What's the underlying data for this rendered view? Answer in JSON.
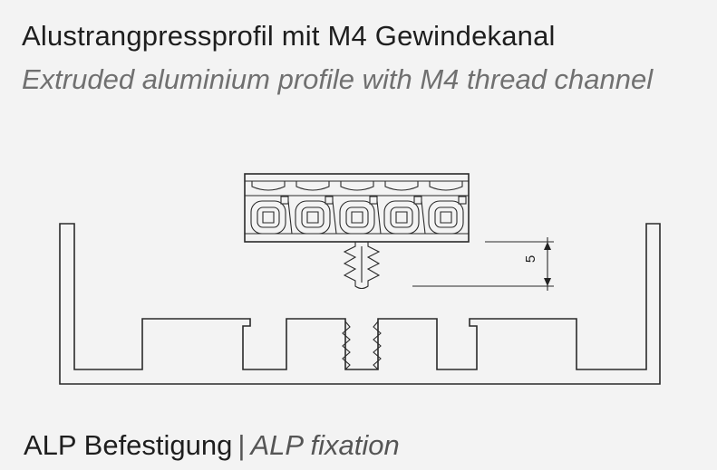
{
  "title_de": "Alustrangpressprofil mit M4 Gewindekanal",
  "title_en": "Extruded aluminium profile with M4 thread channel",
  "caption": {
    "de": "ALP Befestigung",
    "separator": "|",
    "en": "ALP fixation"
  },
  "dimension_label": "5"
}
